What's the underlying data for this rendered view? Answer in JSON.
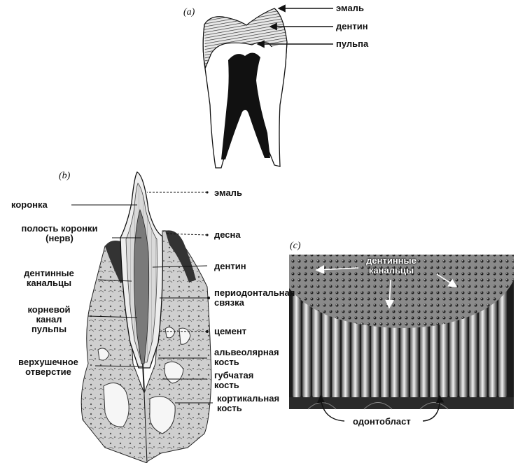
{
  "panels": {
    "a": "(a)",
    "b": "(b)",
    "c": "(c)"
  },
  "panel_a": {
    "labels": [
      "эмаль",
      "дентин",
      "пульпа"
    ]
  },
  "panel_b": {
    "left_labels": {
      "crown": "коронка",
      "crown_cavity_1": "полость коронки",
      "crown_cavity_2": "(нерв)",
      "tubules_1": "дентинные",
      "tubules_2": "канальцы",
      "root_canal_1": "корневой",
      "root_canal_2": "канал",
      "root_canal_3": "пульпы",
      "apical_1": "верхушечное",
      "apical_2": "отверстие"
    },
    "right_labels": {
      "enamel": "эмаль",
      "gum": "десна",
      "dentin": "дентин",
      "pdl_1": "периодонтальная",
      "pdl_2": "связка",
      "cement": "цемент",
      "alveolar_1": "альвеолярная",
      "alveolar_2": "кость",
      "spongy_1": "губчатая",
      "spongy_2": "кость",
      "cortical_1": "кортикальная",
      "cortical_2": "кость"
    }
  },
  "panel_c": {
    "tubules_1": "дентинные",
    "tubules_2": "канальцы",
    "odontoblast": "одонтобласт"
  }
}
